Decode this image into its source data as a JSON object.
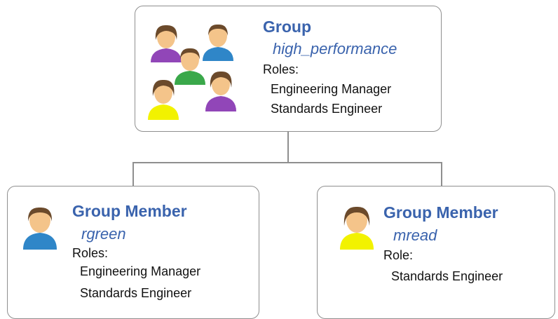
{
  "group": {
    "heading": "Group",
    "name": "high_performance",
    "roles_label": "Roles:",
    "roles": [
      "Engineering Manager",
      "Standards Engineer"
    ],
    "icon": "group-people-icon"
  },
  "members": [
    {
      "heading": "Group Member",
      "name": "rgreen",
      "roles_label": "Roles:",
      "roles": [
        "Engineering Manager",
        "Standards Engineer"
      ],
      "icon": "user-avatar-icon",
      "shirt_color": "#2f86c8"
    },
    {
      "heading": "Group Member",
      "name": "mread",
      "roles_label": "Role:",
      "roles": [
        "Standards Engineer"
      ],
      "icon": "user-avatar-icon",
      "shirt_color": "#f2f200"
    }
  ],
  "colors": {
    "heading": "#3a63ad",
    "border": "#8f8f8f",
    "hair": "#6b4a2b",
    "skin": "#f4c48a"
  }
}
